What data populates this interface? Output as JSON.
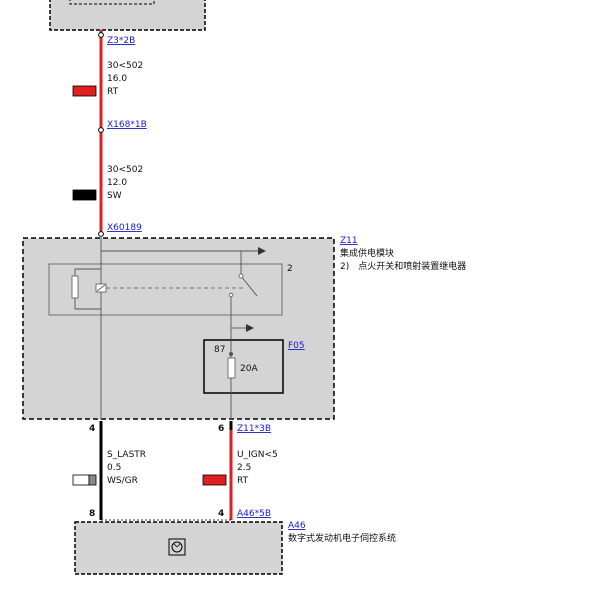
{
  "connectors": {
    "z3_2b": "Z3*2B",
    "x168_1b": "X168*1B",
    "x60189": "X60189",
    "z11_3b": "Z11*3B",
    "a46_5b": "A46*5B"
  },
  "wire_top": {
    "signal": "30<502",
    "size": "16.0",
    "color": "RT"
  },
  "wire_mid": {
    "signal": "30<502",
    "size": "12.0",
    "color": "SW"
  },
  "wire_left": {
    "pin_top": "4",
    "signal": "S_LASTR",
    "size": "0.5",
    "color": "WS/GR",
    "pin_bottom": "8"
  },
  "wire_right": {
    "pin_top": "6",
    "signal": "U_IGN<5",
    "size": "2.5",
    "color": "RT",
    "pin_bottom": "4"
  },
  "module_z11": {
    "id": "Z11",
    "name": "集成供电模块",
    "relay_note": "2)　点火开关和喷射装置继电器",
    "relay_pin": "2"
  },
  "fuse_f05": {
    "id": "F05",
    "pin": "87",
    "rating": "20A"
  },
  "module_a46": {
    "id": "A46",
    "name": "数字式发动机电子伺控系统"
  },
  "colors": {
    "red": "#e02020",
    "black": "#000000",
    "gray_fill": "#d4d4d4",
    "link": "#1a1ad0"
  },
  "icons": [
    "relay-coil-icon",
    "relay-switch-icon",
    "fuse-icon",
    "ecu-symbol-icon"
  ]
}
